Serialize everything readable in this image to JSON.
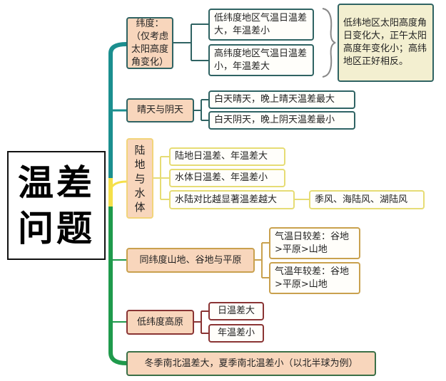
{
  "root": {
    "line1": "温差",
    "line2": "问题"
  },
  "colors": {
    "teal": "#1b8f8f",
    "yellow": "#f5e04a",
    "green": "#1f9a4c",
    "node_fill": "#f8d6bc",
    "note_fill": "#f3efd0"
  },
  "branches": [
    {
      "label": "纬度：（仅考虑太阳高度角变化）",
      "children": [
        "低纬度地区气温日温差大，年温差小",
        "高纬度地区气温日温差小，年温差大"
      ],
      "note": "低纬地区太阳高度角日变化大，正午太阳高度年变化小；高纬地区正好相反。"
    },
    {
      "label": "晴天与阴天",
      "children": [
        "白天晴天，晚上晴天温差最大",
        "白天阴天，晚上阴天温差最小"
      ]
    },
    {
      "label": "陆地与水体",
      "children": [
        "陆地日温差、年温差大",
        "水体日温差、年温差小",
        "水陆对比越显著温差越大"
      ],
      "grandchild": "季风、海陆风、湖陆风"
    },
    {
      "label": "同纬度山地、谷地与平原",
      "children": [
        "气温日较差：谷地>平原>山地",
        "气温年较差：谷地>平原>山地"
      ]
    },
    {
      "label": "低纬度高原",
      "children": [
        "日温差大",
        "年温差小"
      ]
    },
    {
      "label": "冬季南北温差大，夏季南北温差小（以北半球为例）"
    }
  ]
}
